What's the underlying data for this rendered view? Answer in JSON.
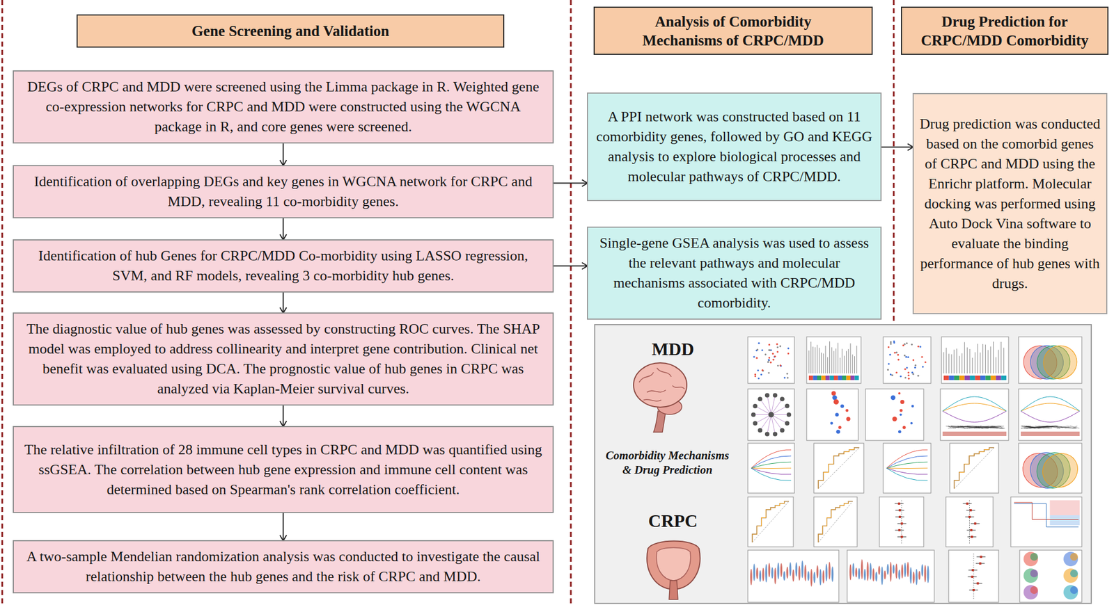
{
  "diagram": {
    "nodes": [
      {
        "text": [
          "Gene Screening and Validation"
        ]
      },
      {
        "text": [
          "DEGs of CRPC and MDD were screened using the Limma package in R. Weighted gene co-expression networks for CRPC and MDD were constructed using the WGCNA package in R, and core genes were screened."
        ]
      },
      {
        "text": [
          "Identification of overlapping DEGs and key genes in WGCNA network for CRPC and MDD, revealing 11 co-morbidity genes."
        ]
      },
      {
        "text": [
          "Identification of hub Genes for CRPC/MDD Co-morbidity using LASSO regression, SVM, and RF models, revealing 3 co-morbidity hub genes."
        ]
      },
      {
        "text": [
          "The diagnostic value of hub genes was assessed by constructing ROC curves. The SHAP model was employed to address collinearity and interpret gene contribution. Clinical net benefit was evaluated using DCA. The prognostic value of hub genes in CRPC was analyzed via Kaplan-Meier survival curves."
        ]
      },
      {
        "text": [
          "The relative infiltration of 28 immune cell types in CRPC and MDD was quantified using ssGSEA. The correlation between hub gene expression and immune cell content was determined based on Spearman's rank correlation coefficient."
        ]
      },
      {
        "text": [
          "A two-sample Mendelian randomization analysis was conducted to investigate the causal relationship between the hub genes and the risk of CRPC and MDD."
        ]
      },
      {
        "text": [
          "Analysis of Comorbidity Mechanisms of CRPC/MDD"
        ]
      },
      {
        "text": [
          "A PPI network was constructed based on 11 comorbidity genes, followed by GO and KEGG analysis to explore biological processes and molecular pathways of CRPC/MDD."
        ]
      },
      {
        "text": [
          "Single-gene GSEA analysis was used to assess the relevant pathways and molecular mechanisms associated with CRPC/MDD comorbidity."
        ]
      },
      {
        "text": [
          "Drug Prediction for CRPC/MDD Comorbidity"
        ]
      },
      {
        "text": [
          "Drug prediction was conducted based on the comorbid genes of CRPC and MDD using the Enrichr platform. Molecular docking was performed using Auto Dock Vina software to evaluate the binding performance of hub genes with drugs."
        ]
      },
      {
        "text": [
          "MDD",
          "Comorbidity Mechanisms & Drug Prediction",
          "CRPC"
        ]
      }
    ],
    "edges": [
      {
        "from": 1,
        "to": 2,
        "arrow": "to"
      },
      {
        "from": 2,
        "to": 3,
        "arrow": "to"
      },
      {
        "from": 3,
        "to": 4,
        "arrow": "to"
      },
      {
        "from": 4,
        "to": 5,
        "arrow": "to"
      },
      {
        "from": 5,
        "to": 6,
        "arrow": "to"
      },
      {
        "from": 2,
        "to": 8,
        "arrow": "to"
      },
      {
        "from": 3,
        "to": 9,
        "arrow": "to"
      },
      {
        "from": 8,
        "to": 11,
        "arrow": "to"
      }
    ]
  }
}
